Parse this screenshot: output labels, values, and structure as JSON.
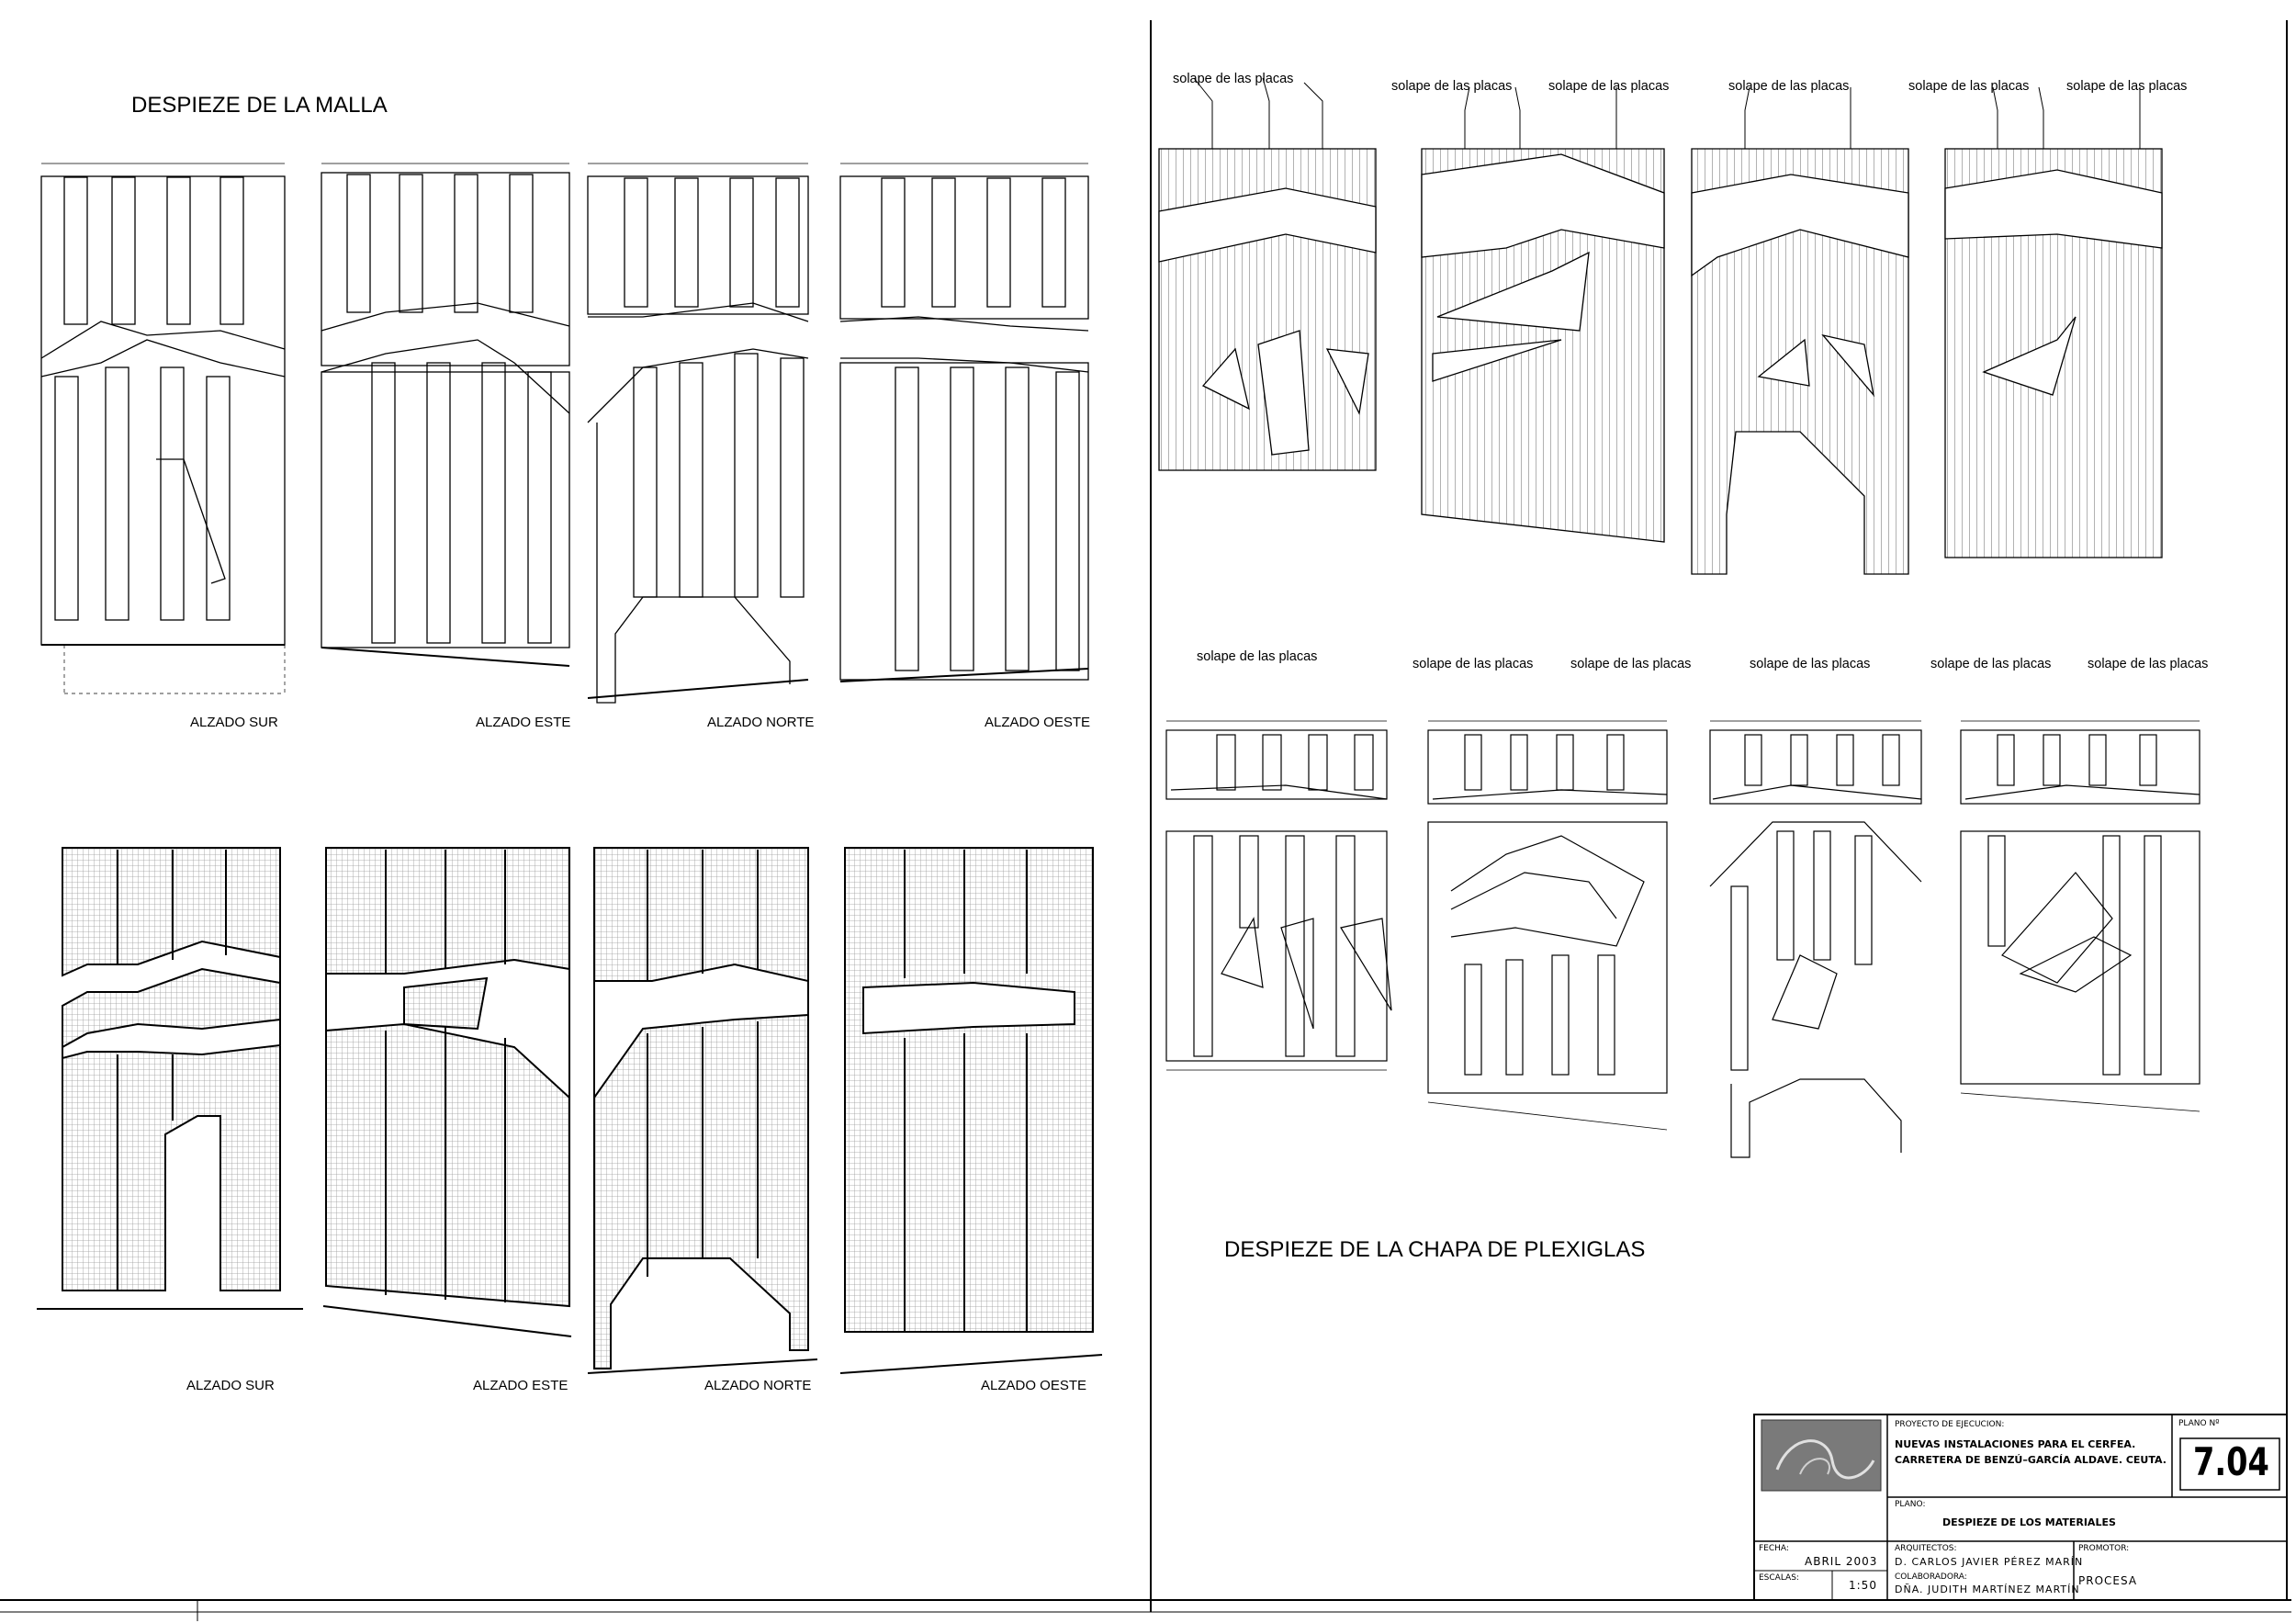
{
  "titles": {
    "malla": "DESPIEZE DE LA MALLA",
    "plexiglas": "DESPIEZE DE LA CHAPA DE PLEXIGLAS"
  },
  "captions": {
    "malla_top": [
      "ALZADO SUR",
      "ALZADO ESTE",
      "ALZADO NORTE",
      "ALZADO OESTE"
    ],
    "malla_bottom": [
      "ALZADO SUR",
      "ALZADO ESTE",
      "ALZADO NORTE",
      "ALZADO OESTE"
    ]
  },
  "overlap_label": "solape de las placas",
  "title_block": {
    "proyecto_label": "PROYECTO DE EJECUCION:",
    "proyecto_line1": "NUEVAS INSTALACIONES PARA EL CERFEA.",
    "proyecto_line2": "CARRETERA DE BENZÚ–GARCÍA ALDAVE. CEUTA.",
    "plano_no_label": "PLANO Nº",
    "plano_no": "7.04",
    "plano_label": "PLANO:",
    "plano_value": "DESPIEZE DE LOS MATERIALES",
    "fecha_label": "FECHA:",
    "fecha_value": "ABRIL 2003",
    "escalas_label": "ESCALAS:",
    "escalas_value": "1:50",
    "arquitectos_label": "ARQUITECTOS:",
    "arquitecto": "D. CARLOS JAVIER PÉREZ MARÍN",
    "colaboradora_label": "COLABORADORA:",
    "colaboradora": "DÑA. JUDITH MARTÍNEZ MARTÍN",
    "promotor_label": "PROMOTOR:",
    "promotor": "PROCESA"
  }
}
